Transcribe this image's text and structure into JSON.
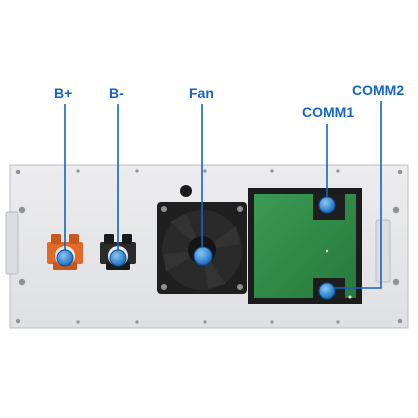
{
  "labels": {
    "b_plus": "B+",
    "b_minus": "B-",
    "fan": "Fan",
    "comm1": "COMM1",
    "comm2": "COMM2"
  },
  "colors": {
    "callout": "#1565c0",
    "panel": "#e6e7e9",
    "panel_edge": "#b9bcc0",
    "fan_body": "#1f1f1f",
    "pcb": "#2f8a46",
    "positive_terminal": "#e06a2a",
    "negative_terminal": "#2a2a2a",
    "marker": "#3d8fd6"
  },
  "icons": {
    "terminal_positive": "terminal-positive-icon",
    "terminal_negative": "terminal-negative-icon",
    "fan": "fan-icon",
    "connector": "connector-port-icon"
  }
}
